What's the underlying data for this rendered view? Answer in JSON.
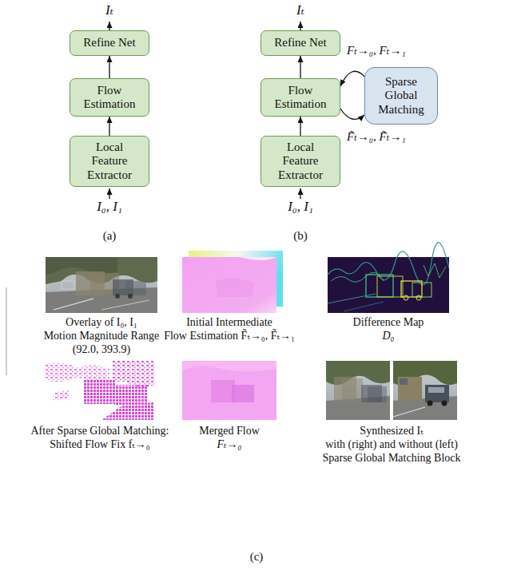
{
  "diagram": {
    "nodes": [
      {
        "text": [
          "Refine Net"
        ]
      },
      {
        "text": [
          "Flow Estimation"
        ]
      },
      {
        "text": [
          "Local Feature Extractor"
        ]
      },
      {
        "text": [
          "Refine Net"
        ]
      },
      {
        "text": [
          "Flow Estimation"
        ]
      },
      {
        "text": [
          "Local Feature Extractor"
        ]
      },
      {
        "text": [
          "Sparse Global Matching"
        ]
      }
    ],
    "edges": [
      {
        "from": 2,
        "to": 1,
        "arrow": "to"
      },
      {
        "from": 1,
        "to": 0,
        "arrow": "to"
      },
      {
        "from": 5,
        "to": 4,
        "arrow": "to"
      },
      {
        "from": 4,
        "to": 3,
        "arrow": "to"
      },
      {
        "from": 4,
        "to": 6,
        "arrow": "to",
        "label": "F̃ₜ→₀, F̃ₜ→₁"
      },
      {
        "from": 6,
        "to": 4,
        "arrow": "to",
        "label": "Fₜ→₀, Fₜ→₁"
      }
    ],
    "labels": [
      "Iₜ",
      "I₀, I₁",
      "(a)",
      "Iₜ",
      "I₀, I₁",
      "(b)",
      "Overlay of I₀, I₁",
      "Motion Magnitude Range",
      "(92.0, 393.9)",
      "Initial Intermediate",
      "Flow Estimation F̃ₜ→₀, F̃ₜ→₁",
      "Difference Map",
      "D₀",
      "After Sparse Global Matching:",
      "Shifted Flow Fix fₜ→₀",
      "Merged Flow",
      "Fₜ→₀",
      "Synthesized Iₜ",
      "with (right) and without (left)",
      "Sparse Global Matching Block",
      "(c)"
    ]
  }
}
